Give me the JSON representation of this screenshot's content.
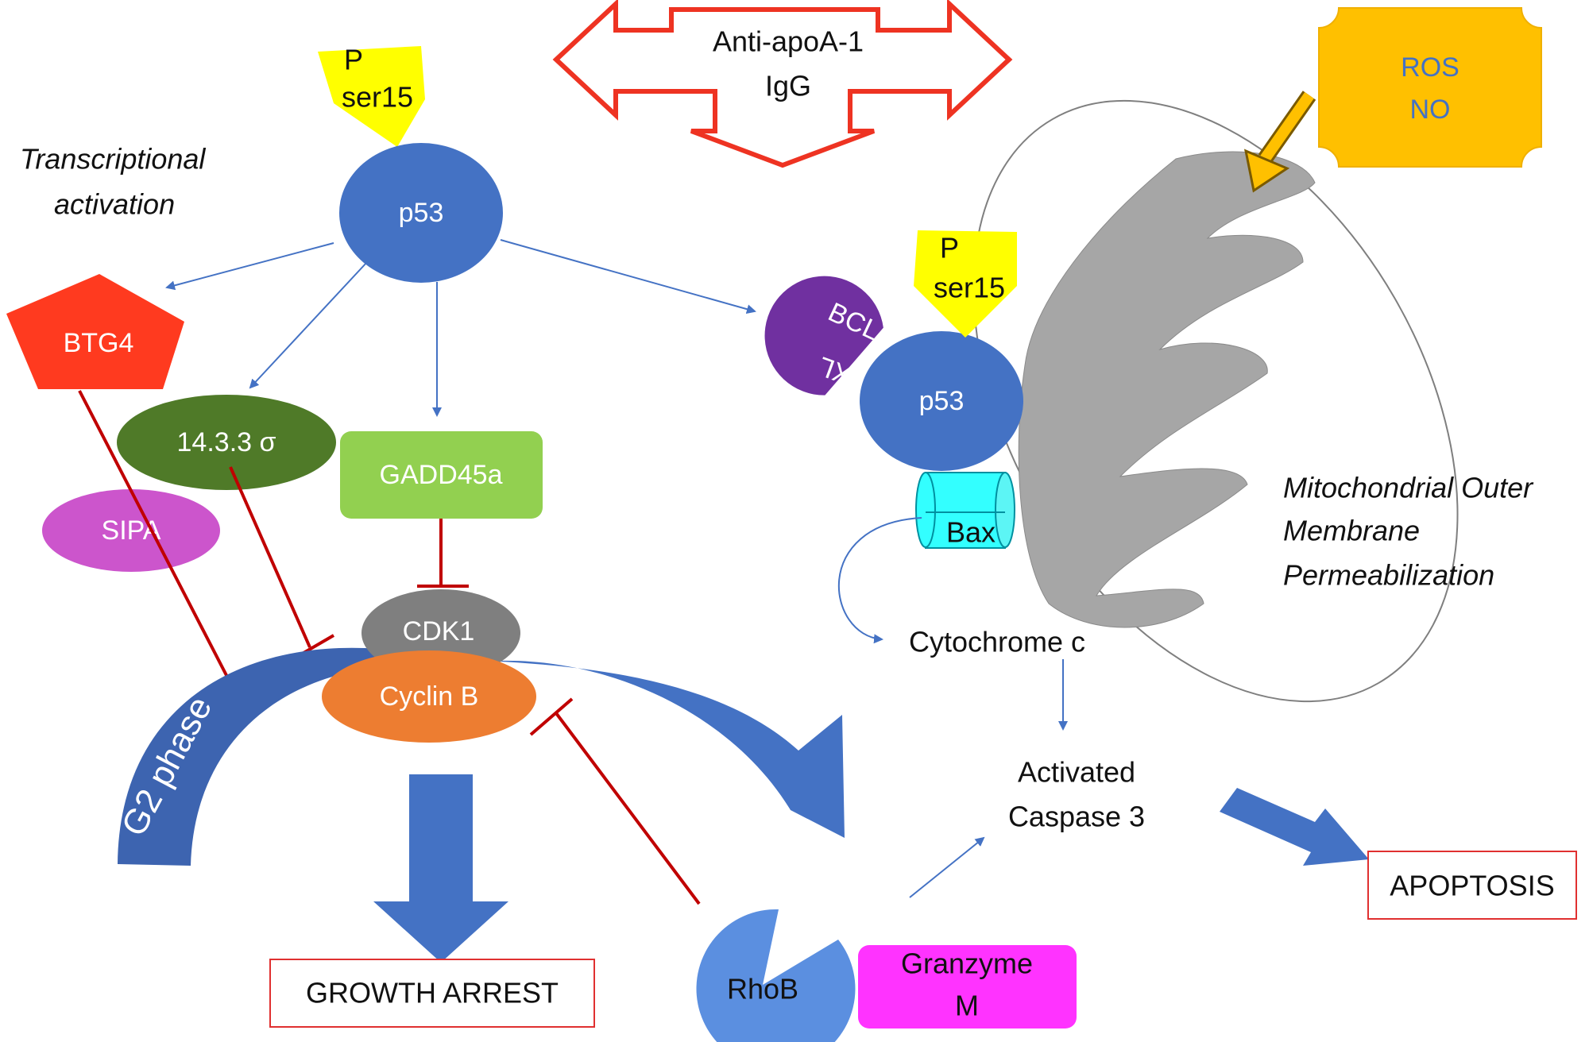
{
  "top_signal": {
    "line1": "Anti-apoA-1",
    "line2": "IgG"
  },
  "phospho_tag": {
    "p": "P",
    "site": "ser15"
  },
  "transcription_label": {
    "line1": "Transcriptional",
    "line2": "activation"
  },
  "nodes": {
    "p53_left": "p53",
    "p53_right": "p53",
    "btg4": "BTG4",
    "sigma_1433": "14.3.3 σ",
    "gadd45a": "GADD45a",
    "sipa": "SIPA",
    "cdk1": "CDK1",
    "cyclin_b": "Cyclin B",
    "bcl_xl": {
      "line1": "BCL",
      "line2": "-XL"
    },
    "bax": "Bax",
    "rhob": "RhoB",
    "granzyme_m": {
      "line1": "Granzyme",
      "line2": "M"
    },
    "cytochrome_c": "Cytochrome c",
    "caspase3": {
      "line1": "Activated",
      "line2": "Caspase 3"
    },
    "ros_no": {
      "line1": "ROS",
      "line2": "NO"
    }
  },
  "g2_phase_label": "G2 phase",
  "momp_label": {
    "line1": "Mitochondrial Outer",
    "line2": "Membrane",
    "line3": "Permeabilization"
  },
  "outcomes": {
    "growth_arrest": "GROWTH ARREST",
    "apoptosis": "APOPTOSIS"
  },
  "colors": {
    "p53": "#4472c4",
    "phospho": "#ffff00",
    "btg4": "#ff3a1f",
    "sigma_1433": "#4f7a28",
    "gadd45a": "#92d050",
    "sipa": "#cc55cc",
    "cdk1": "#7f7f7f",
    "cyclin_b": "#ed7d31",
    "bcl_xl": "#7030a0",
    "bax": "#33ffff",
    "rhob": "#5b8fe0",
    "granzyme_m": "#ff33ff",
    "ros_no": "#ffc000",
    "mitochondrion": "#a6a6a6",
    "inhibition": "#c00000",
    "activation": "#4472c4",
    "outcome_border": "#e03030"
  }
}
